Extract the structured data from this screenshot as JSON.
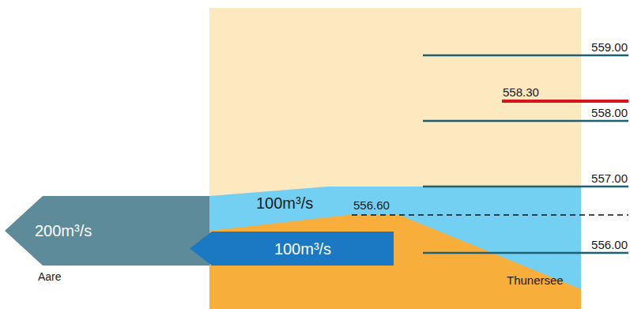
{
  "diagram": {
    "nodes": [
      {
        "text": [
          "200m³/s"
        ]
      },
      {
        "text": [
          "100m³/s"
        ]
      }
    ],
    "labels": [
      "559.00",
      "558.30",
      "558.00",
      "557.00",
      "556.60",
      "556.00",
      "100m³/s",
      "Aare",
      "Thunersee"
    ]
  }
}
